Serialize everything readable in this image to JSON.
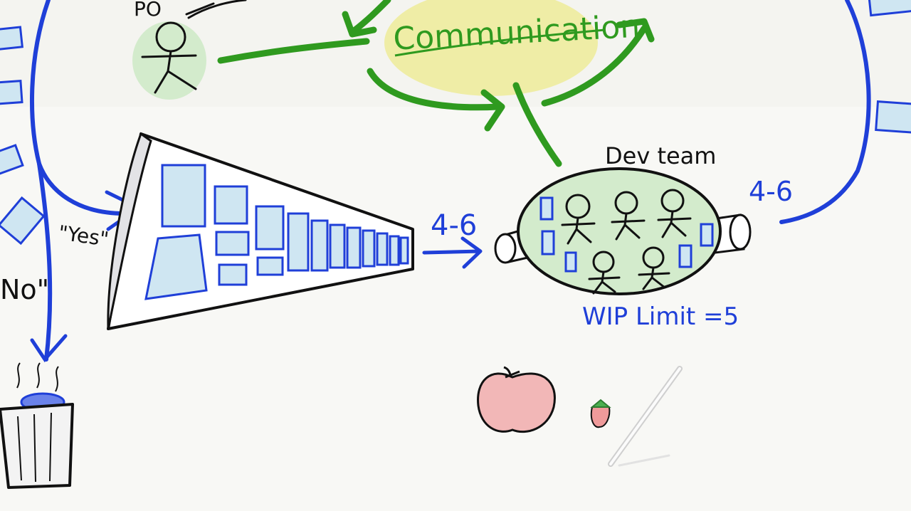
{
  "labels": {
    "po": "PO",
    "communication": "Communication",
    "yes": "\"Yes\"",
    "no": "No\"",
    "dev_team": "Dev team",
    "throughput_in": "4-6",
    "throughput_out": "4-6",
    "wip_limit": "WIP Limit =5"
  },
  "colors": {
    "ink": "#111111",
    "blue": "#1f3fd8",
    "green": "#2f9a1f",
    "yellow_fill": "#efeda6",
    "green_fill": "#d3ebcc",
    "light_blue_fill": "#cfe6f2",
    "paper": "#f8f8f5"
  },
  "icons": [
    "stick-figure-icon",
    "funnel-icon",
    "trash-can-icon",
    "apple-icon",
    "strawberry-icon",
    "pencil-icon"
  ]
}
